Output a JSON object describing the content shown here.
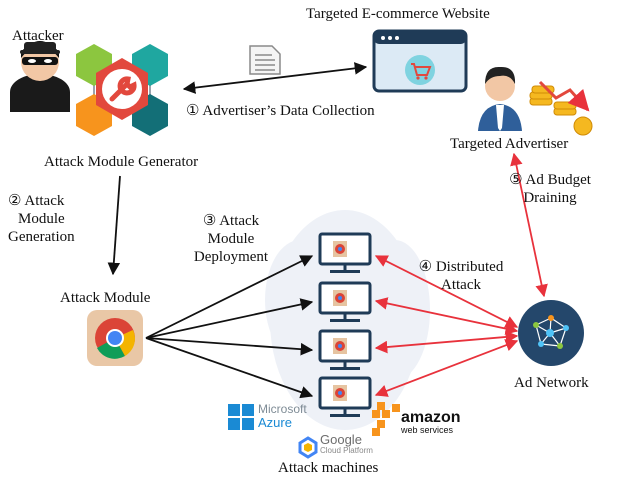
{
  "labels": {
    "attacker": "Attacker",
    "generator": "Attack Module Generator",
    "website": "Targeted E-commerce Website",
    "advertiser": "Targeted Advertiser",
    "attack_module": "Attack Module",
    "ad_network": "Ad Network",
    "attack_machines": "Attack machines"
  },
  "steps": [
    {
      "num": "①",
      "text": "Advertiser’s Data Collection"
    },
    {
      "num": "②",
      "lines": [
        "Attack",
        "Module",
        "Generation"
      ]
    },
    {
      "num": "③",
      "lines": [
        "Attack",
        "Module",
        "Deployment"
      ]
    },
    {
      "num": "④",
      "lines": [
        "Distributed",
        "Attack"
      ]
    },
    {
      "num": "⑤",
      "lines": [
        "Ad Budget",
        "Draining"
      ]
    }
  ],
  "cloud_logos": {
    "azure": [
      "Microsoft",
      "Azure"
    ],
    "google": [
      "Google",
      "Cloud Platform"
    ],
    "amazon": [
      "amazon",
      "web services"
    ]
  },
  "colors": {
    "arrow_black": "#111111",
    "arrow_red": "#e8323c",
    "monitor": "#1f3b57",
    "cloud_bg": "#eef1f7",
    "hex_green": "#8cc63f",
    "hex_teal": "#1fa7a0",
    "hex_orange": "#f7941d",
    "hex_darkteal": "#136f77",
    "hex_red": "#e2483d"
  }
}
